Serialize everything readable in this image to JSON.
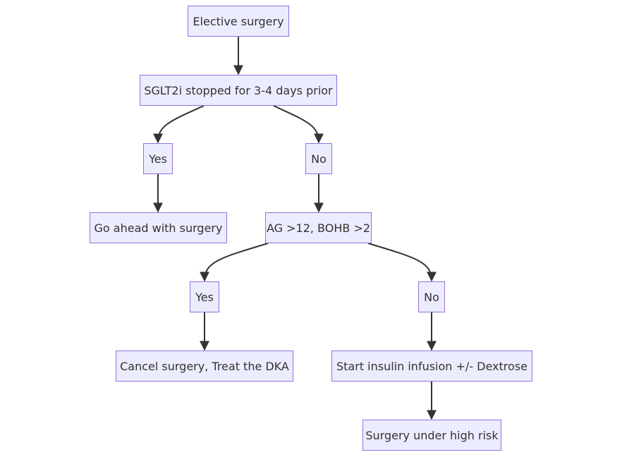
{
  "diagram": {
    "nodes": {
      "elective": "Elective surgery",
      "sglt2i": "SGLT2i stopped for 3-4 days prior",
      "yes1": "Yes",
      "no1": "No",
      "go_ahead": "Go ahead with surgery",
      "ag_bohb": "AG >12, BOHB >2",
      "yes2": "Yes",
      "no2": "No",
      "cancel": "Cancel surgery, Treat the DKA",
      "insulin": "Start insulin infusion +/- Dextrose",
      "high_risk": "Surgery under high risk"
    },
    "edges": [
      {
        "from": "elective",
        "to": "sglt2i"
      },
      {
        "from": "sglt2i",
        "to": "yes1"
      },
      {
        "from": "sglt2i",
        "to": "no1"
      },
      {
        "from": "yes1",
        "to": "go_ahead"
      },
      {
        "from": "no1",
        "to": "ag_bohb"
      },
      {
        "from": "ag_bohb",
        "to": "yes2"
      },
      {
        "from": "ag_bohb",
        "to": "no2"
      },
      {
        "from": "yes2",
        "to": "cancel"
      },
      {
        "from": "no2",
        "to": "insulin"
      },
      {
        "from": "insulin",
        "to": "high_risk"
      }
    ],
    "colors": {
      "node_fill": "#ECECFF",
      "node_border": "#9370DB",
      "text": "#333333",
      "edge": "#333333"
    }
  }
}
